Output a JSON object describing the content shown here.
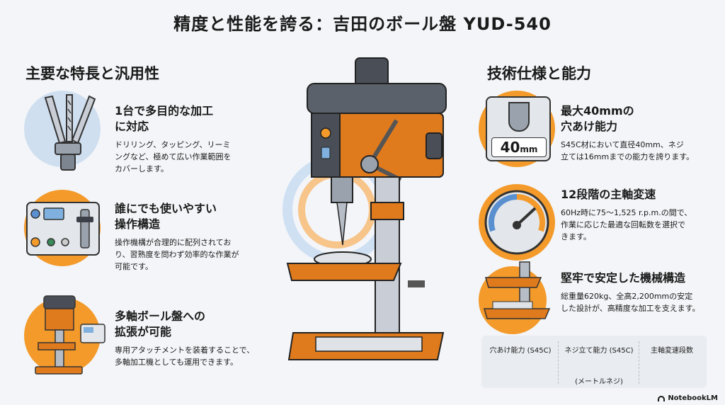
{
  "title": "精度と性能を誇る：吉田のボール盤 YUD-540",
  "left": {
    "heading": "主要な特長と汎用性",
    "features": [
      {
        "title_line1": "1台で多目的な加工",
        "title_line2": "に対応",
        "desc_line1": "ドリリング、タッピング、リーミ",
        "desc_line2": "ングなど、極めて広い作業範囲を",
        "desc_line3": "カバーします。"
      },
      {
        "title_line1": "誰にでも使いやすい",
        "title_line2": "操作構造",
        "desc_line1": "操作機構が合理的に配列されてお",
        "desc_line2": "り、習熟度を問わず効率的な作業が",
        "desc_line3": "可能です。"
      },
      {
        "title_line1": "多軸ボール盤への",
        "title_line2": "拡張が可能",
        "desc_line1": "専用アタッチメントを装着することで、",
        "desc_line2": "多軸加工機としても運用できます。"
      }
    ]
  },
  "right": {
    "heading": "技術仕様と能力",
    "specs": [
      {
        "title_line1": "最大40mmの",
        "title_line2": "穴あけ能力",
        "desc_line1": "S45C材において直径40mm、ネジ",
        "desc_line2": "立ては16mmまでの能力を誇ります。",
        "badge_value": "40",
        "badge_unit": "mm"
      },
      {
        "title_line1": "12段階の主軸変速",
        "desc_line1": "60Hz時に75〜1,525 r.p.m.の間で、",
        "desc_line2": "作業に応じた最適な回転数を選択で",
        "desc_line3": "きます。"
      },
      {
        "title_line1": "堅牢で安定した機械構造",
        "desc_line1": "総重量620kg、全高2,200mmの安定",
        "desc_line2": "した設計が、高精度な加工を支えます。"
      }
    ]
  },
  "spec_table": {
    "col1": "穴あけ能力 (S45C)",
    "col2": "ネジ立て能力 (S45C)",
    "col2_sub": "(メートルネジ)",
    "col3": "主軸変速段数"
  },
  "brand": "NotebookLM",
  "colors": {
    "orange": "#f39a2b",
    "dark": "#3b4048",
    "blue": "#cfdff0"
  }
}
